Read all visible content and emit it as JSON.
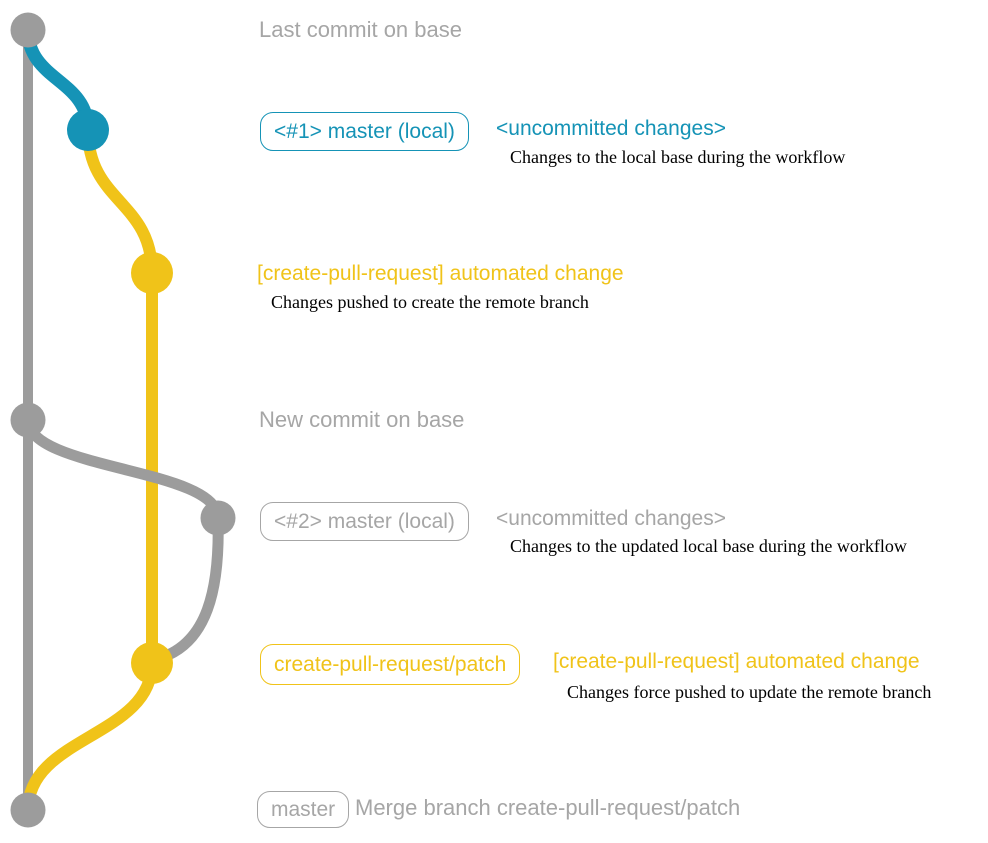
{
  "colors": {
    "teal": "#1593b6",
    "yellow": "#f0c319",
    "gray": "#9c9c9c",
    "gray_text": "#a6a6a6",
    "ink": "#000000",
    "background": "#ffffff"
  },
  "graph": {
    "branches": [
      {
        "name": "base",
        "color_key": "gray"
      },
      {
        "name": "master (local)",
        "color_key": "teal"
      },
      {
        "name": "create-pull-request/patch",
        "color_key": "yellow"
      }
    ]
  },
  "annotations": {
    "last_commit": {
      "label": "Last commit on base"
    },
    "local_1": {
      "badge": "<#1> master (local)",
      "status": "<uncommitted changes>",
      "description": "Changes to the local base during the workflow"
    },
    "push_1": {
      "label": "[create-pull-request] automated change",
      "description": "Changes pushed to create the remote branch"
    },
    "new_commit": {
      "label": "New commit on base"
    },
    "local_2": {
      "badge": "<#2> master (local)",
      "status": "<uncommitted changes>",
      "description": "Changes to the updated local base during the workflow"
    },
    "push_2": {
      "badge": "create-pull-request/patch",
      "label": "[create-pull-request] automated change",
      "description": "Changes force pushed to update the remote branch"
    },
    "merge": {
      "badge": "master",
      "label": "Merge branch create-pull-request/patch"
    }
  }
}
